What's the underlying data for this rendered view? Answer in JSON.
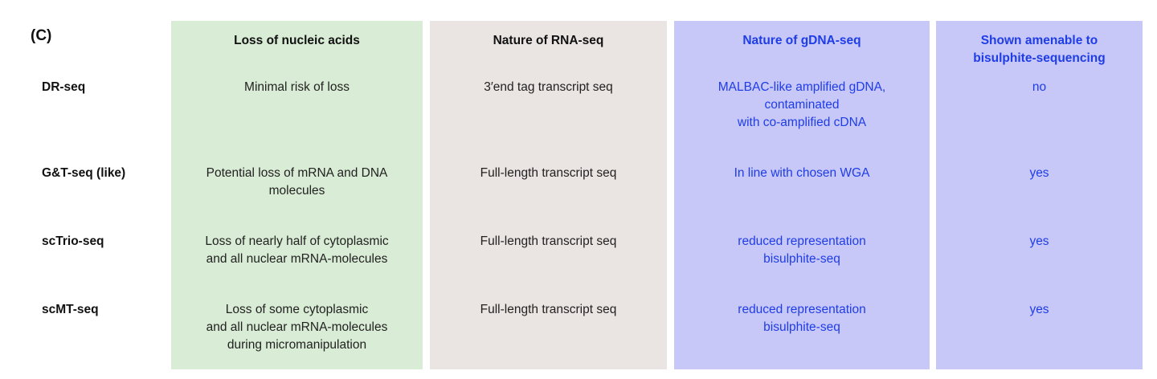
{
  "panel_label": "(C)",
  "headers": {
    "loss": "Loss of nucleic acids",
    "rna": "Nature of RNA-seq",
    "gdna": "Nature of gDNA-seq",
    "bisulphite": [
      "Shown amenable to",
      "bisulphite-sequencing"
    ]
  },
  "rows": [
    {
      "method": "DR-seq",
      "loss": [
        "Minimal risk of loss"
      ],
      "rna": [
        "3′end tag transcript seq"
      ],
      "gdna": [
        "MALBAC-like amplified gDNA,",
        "contaminated",
        "with co-amplified cDNA"
      ],
      "bisulphite": [
        "no"
      ]
    },
    {
      "method": "G&T-seq (like)",
      "loss": [
        "Potential loss of mRNA and DNA",
        "molecules"
      ],
      "rna": [
        "Full-length transcript seq"
      ],
      "gdna": [
        "In line with chosen WGA"
      ],
      "bisulphite": [
        "yes"
      ]
    },
    {
      "method": "scTrio-seq",
      "loss": [
        "Loss of nearly half of cytoplasmic",
        "and all nuclear mRNA-molecules"
      ],
      "rna": [
        "Full-length transcript seq"
      ],
      "gdna": [
        "reduced representation",
        "bisulphite-seq"
      ],
      "bisulphite": [
        "yes"
      ]
    },
    {
      "method": "scMT-seq",
      "loss": [
        "Loss of some cytoplasmic",
        "and all nuclear mRNA-molecules",
        "during micromanipulation"
      ],
      "rna": [
        "Full-length transcript seq"
      ],
      "gdna": [
        "reduced representation",
        "bisulphite-seq"
      ],
      "bisulphite": [
        "yes"
      ]
    }
  ],
  "colors": {
    "loss_column_bg": "#d9ecd5",
    "rna_column_bg": "#eae4e2",
    "gdna_column_bg": "#c7c8f8",
    "bisulphite_column_bg": "#c7c8f8",
    "blue_text": "#1f3de6"
  }
}
